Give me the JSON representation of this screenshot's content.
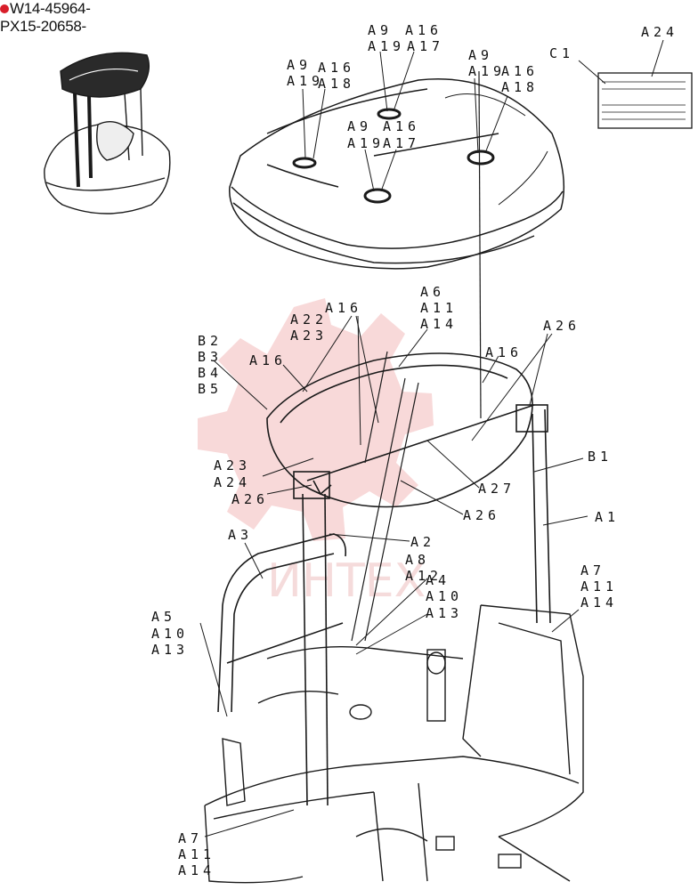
{
  "header": {
    "serial_1": "W14-45964-",
    "serial_2": "PX15-20658-"
  },
  "watermark": {
    "text": "ИНТЕХ",
    "color": "#e8a0a0"
  },
  "colors": {
    "line": "#1a1a1a",
    "accent_dot": "#d81e2a"
  },
  "callouts": {
    "roof_left": [
      "A9",
      "A19",
      "A16",
      "A18"
    ],
    "roof_top": [
      "A9",
      "A16",
      "A19",
      "A17"
    ],
    "roof_mid": [
      "A9",
      "A19",
      "A16",
      "A17"
    ],
    "roof_right": [
      "A9",
      "A19",
      "A16",
      "A18"
    ],
    "c1": "C1",
    "a24_top": "A24",
    "a6": [
      "A6",
      "A11",
      "A14"
    ],
    "a16_mid": "A16",
    "a22": [
      "A22",
      "A23"
    ],
    "b_group": [
      "B2",
      "B3",
      "B4",
      "B5"
    ],
    "a16_left": "A16",
    "a16_right": "A16",
    "a26_top": "A26",
    "b1": "B1",
    "a1": "A1",
    "a23_a24": [
      "A23",
      "A24"
    ],
    "a26_left": "A26",
    "a27": "A27",
    "a26_bottom": "A26",
    "a3": "A3",
    "a2": "A2",
    "a8": [
      "A8",
      "A12"
    ],
    "a4": [
      "A4",
      "A10",
      "A13"
    ],
    "a7_right": [
      "A7",
      "A11",
      "A14"
    ],
    "a5": [
      "A5",
      "A10",
      "A13"
    ],
    "a7_bottom": [
      "A7",
      "A11",
      "A14"
    ]
  }
}
